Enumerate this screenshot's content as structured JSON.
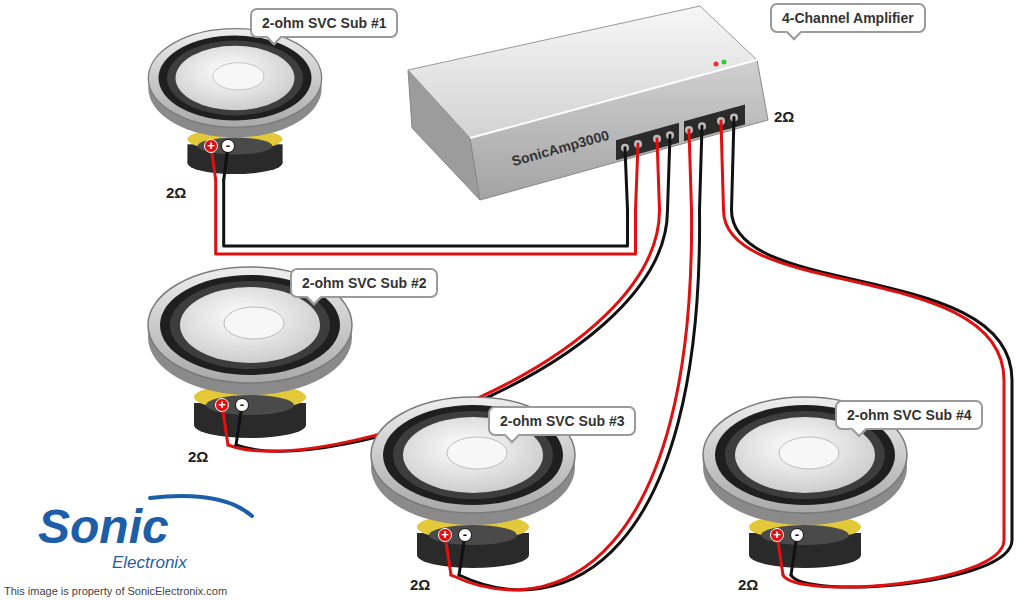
{
  "diagram": {
    "nodes": [
      {
        "text": [
          "SonicAmp3000"
        ]
      },
      {
        "text": [
          "2-ohm SVC Sub #1"
        ]
      },
      {
        "text": [
          "2-ohm SVC Sub #2"
        ]
      },
      {
        "text": [
          "2-ohm SVC Sub #3"
        ]
      },
      {
        "text": [
          "2-ohm SVC Sub #4"
        ]
      }
    ],
    "edges": [
      {
        "from": 0,
        "to": 1,
        "arrow": "none"
      },
      {
        "from": 0,
        "to": 2,
        "arrow": "none"
      },
      {
        "from": 0,
        "to": 3,
        "arrow": "none"
      },
      {
        "from": 0,
        "to": 4,
        "arrow": "none"
      }
    ],
    "labels": [
      "4-Channel Amplifier",
      "2Ω",
      "+",
      "-",
      "2Ω",
      "+",
      "-",
      "2Ω",
      "+",
      "-",
      "2Ω",
      "+",
      "-",
      "2Ω",
      "Sonic",
      "Electronix",
      "This image is property of SonicElectronix.com"
    ]
  }
}
